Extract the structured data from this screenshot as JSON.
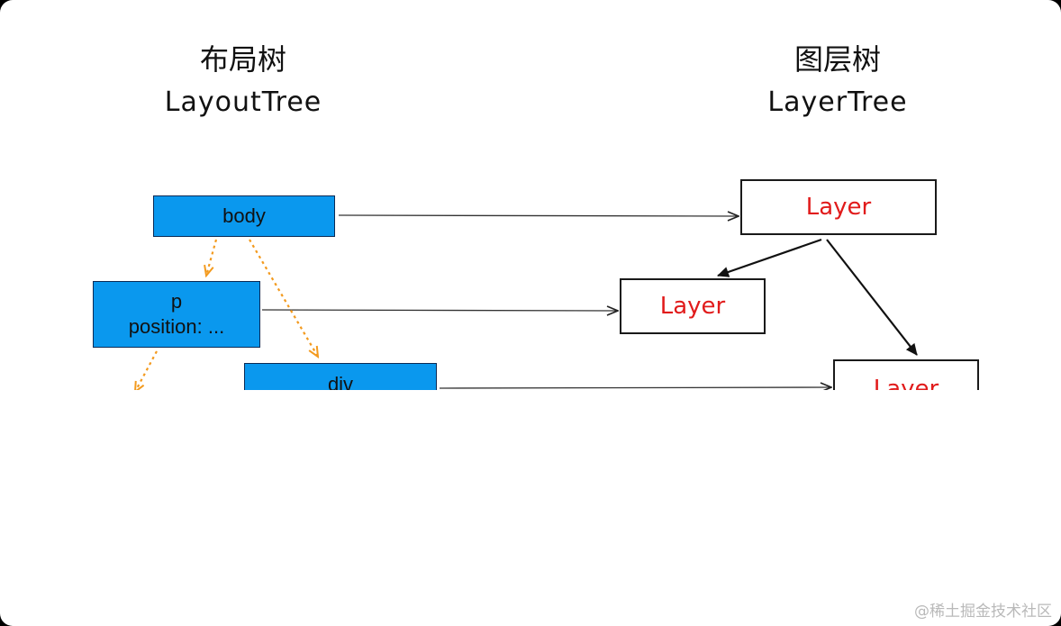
{
  "headings": {
    "left_zh": "布局树",
    "left_en": "LayoutTree",
    "right_zh": "图层树",
    "right_en": "LayerTree"
  },
  "layout_tree": {
    "body": "body",
    "p_line1": "p",
    "p_line2": "position: ...",
    "div": "div"
  },
  "layer_tree": {
    "layer_1": "Layer",
    "layer_2": "Layer",
    "layer_3": "Layer"
  },
  "colors": {
    "node_fill": "#0a98ee",
    "layer_text": "#e11b1b",
    "dotted_arrow": "#f39a1e"
  },
  "watermark": "@稀土掘金技术社区"
}
